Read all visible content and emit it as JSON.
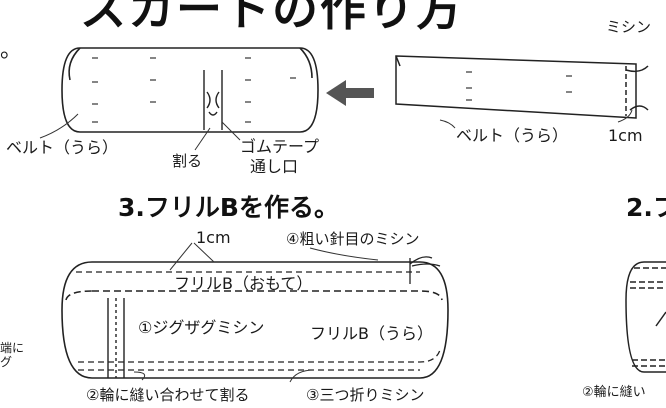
{
  "title": "スカートの作り方",
  "left_cut": {
    "top_char": "。",
    "side_text_1": "端に",
    "side_text_2": "グ"
  },
  "belt_section": {
    "belt_left_label": "ベルト（うら）",
    "split_label": "割る",
    "elastic_label_1": "ゴムテープ",
    "elastic_label_2": "通し口",
    "sewing_label": "ミシン",
    "belt_right_label": "ベルト（うら）",
    "cm_label": "1cm"
  },
  "frill_b_section": {
    "step_title": "3.フリルBを作る。",
    "cm_label": "1cm",
    "coarse_stitch_label": "④粗い針目のミシン",
    "front_label": "フリルB（おもて）",
    "zigzag_label": "①ジグザグミシン",
    "back_label": "フリルB（うら）",
    "ring_label": "②輪に縫い合わせて割る",
    "triple_fold_label": "③三つ折りミシン"
  },
  "right_section": {
    "step_title_partial": "2.フ",
    "ring_label_partial": "②輪に縫い"
  },
  "colors": {
    "arrow": "#555555",
    "stroke": "#222222"
  }
}
